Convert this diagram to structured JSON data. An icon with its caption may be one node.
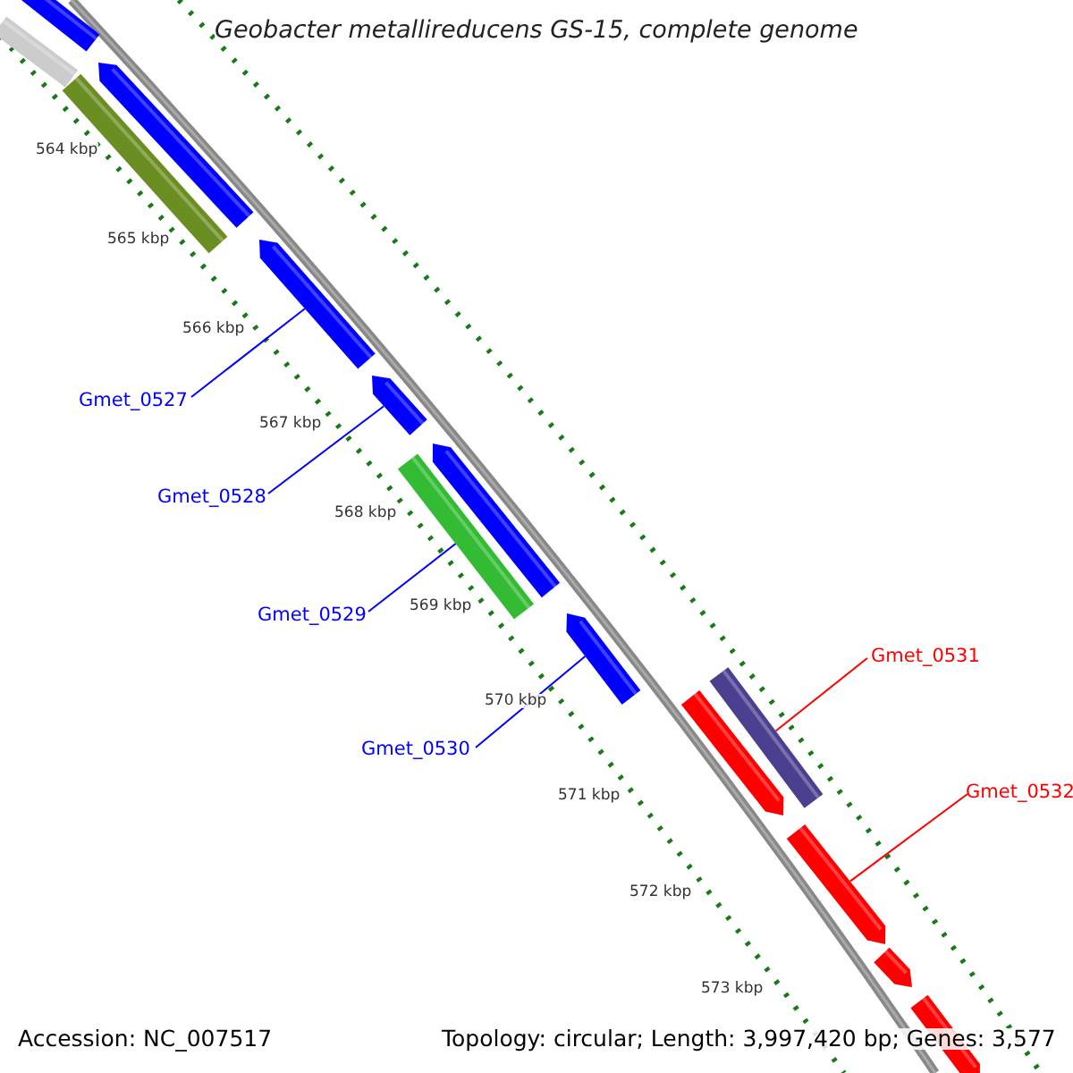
{
  "diagram": {
    "title": "Geobacter metallireducens GS-15, complete genome",
    "nodes": [
      {
        "text": [
          "Gmet_0527"
        ]
      },
      {
        "text": [],
        "shape": "arrow"
      },
      {
        "text": [
          "Gmet_0528"
        ]
      },
      {
        "text": [],
        "shape": "arrow"
      },
      {
        "text": [
          "Gmet_0529"
        ]
      },
      {
        "text": [],
        "shape": "bar"
      },
      {
        "text": [
          "Gmet_0530"
        ]
      },
      {
        "text": [],
        "shape": "arrow"
      },
      {
        "text": [
          "Gmet_0531"
        ]
      },
      {
        "text": [],
        "shape": "bar"
      },
      {
        "text": [
          "Gmet_0532"
        ]
      },
      {
        "text": [],
        "shape": "arrow"
      }
    ],
    "edges": [
      {
        "from": 0,
        "to": 1,
        "arrow": "none"
      },
      {
        "from": 2,
        "to": 3,
        "arrow": "none"
      },
      {
        "from": 4,
        "to": 5,
        "arrow": "none"
      },
      {
        "from": 6,
        "to": 7,
        "arrow": "none"
      },
      {
        "from": 8,
        "to": 9,
        "arrow": "none",
        "color": "#ff0000"
      },
      {
        "from": 10,
        "to": 11,
        "arrow": "none",
        "color": "#ff0000"
      }
    ],
    "labels": [
      "564 kbp",
      "565 kbp",
      "566 kbp",
      "567 kbp",
      "568 kbp",
      "569 kbp",
      "570 kbp",
      "571 kbp",
      "572 kbp",
      "573 kbp",
      "Accession: NC_007517",
      "Topology: circular; Length: 3,997,420 bp; Genes: 3,577"
    ]
  }
}
